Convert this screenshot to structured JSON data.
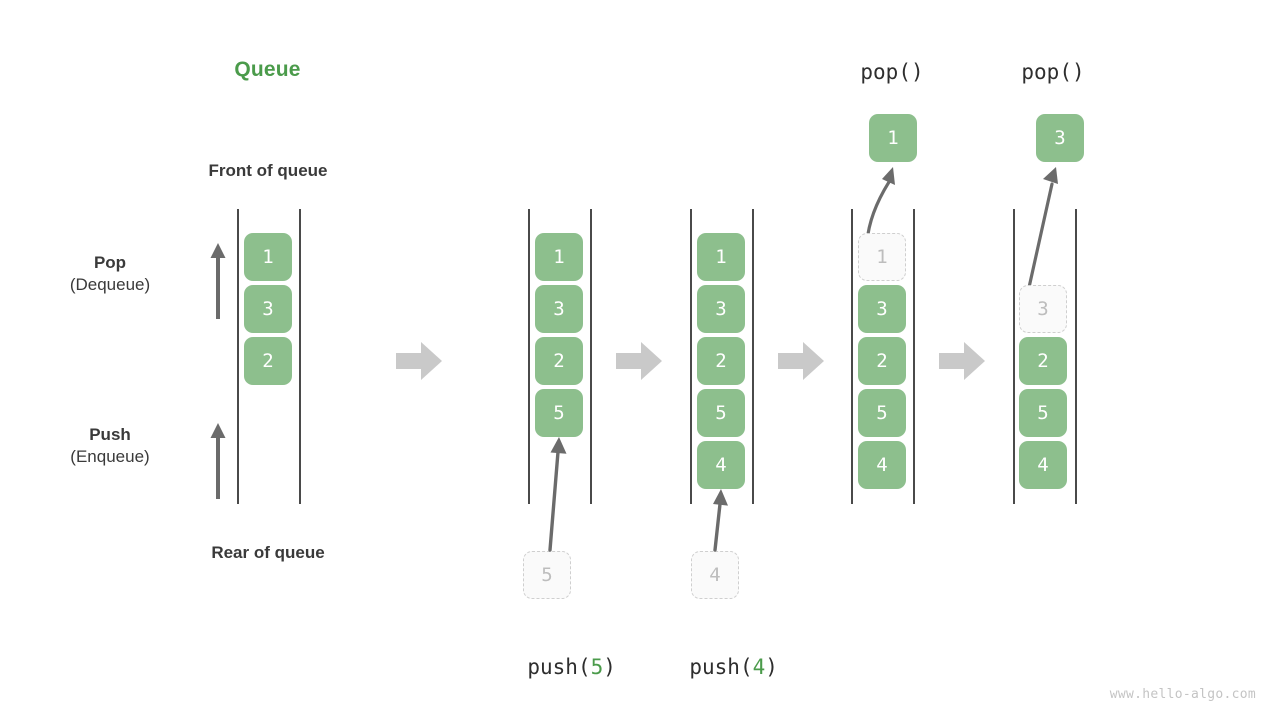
{
  "title": "Queue",
  "labels": {
    "front_of_queue": "Front of queue",
    "rear_of_queue": "Rear of queue",
    "pop_main": "Pop",
    "pop_sub": "(Dequeue)",
    "push_main": "Push",
    "push_sub": "(Enqueue)"
  },
  "colors": {
    "title_green": "#4b9b4b",
    "box_green": "#8dbf8d",
    "box_text": "#ffffff",
    "ghost_fill": "#fafafa",
    "ghost_border": "#cfcfcf",
    "ghost_text": "#bdbdbd",
    "rail": "#4a4a4a",
    "arrow_gray": "#6b6b6b",
    "transition_arrow": "#c9c9c9",
    "watermark": "#c4c4c4"
  },
  "stages": [
    {
      "id": "initial",
      "caption": null,
      "caption_arg": null,
      "top_label": null,
      "popped_value": null,
      "incoming_value": null,
      "items": [
        "1",
        "3",
        "2"
      ]
    },
    {
      "id": "push-5",
      "caption_prefix": "push(",
      "caption_arg": "5",
      "caption_suffix": ")",
      "top_label": null,
      "popped_value": null,
      "incoming_value": "5",
      "items": [
        "1",
        "3",
        "2",
        "5"
      ]
    },
    {
      "id": "push-4",
      "caption_prefix": "push(",
      "caption_arg": "4",
      "caption_suffix": ")",
      "top_label": null,
      "popped_value": null,
      "incoming_value": "4",
      "items": [
        "1",
        "3",
        "2",
        "5",
        "4"
      ]
    },
    {
      "id": "pop-1",
      "caption_prefix": null,
      "caption_arg": null,
      "caption_suffix": null,
      "top_label": "pop()",
      "popped_value": "1",
      "incoming_value": null,
      "ghost_index": 0,
      "items": [
        "1",
        "3",
        "2",
        "5",
        "4"
      ]
    },
    {
      "id": "pop-3",
      "caption_prefix": null,
      "caption_arg": null,
      "caption_suffix": null,
      "top_label": "pop()",
      "popped_value": "3",
      "incoming_value": null,
      "ghost_index": 1,
      "items": [
        "3",
        "2",
        "5",
        "4"
      ]
    }
  ],
  "watermark": "www.hello-algo.com"
}
